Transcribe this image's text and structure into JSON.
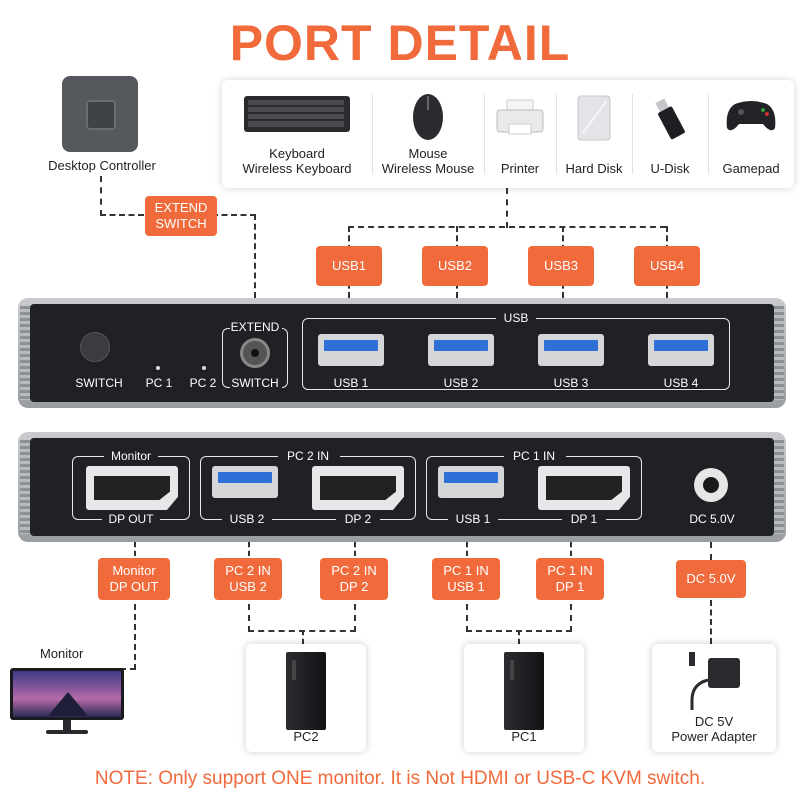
{
  "title": "PORT DETAIL",
  "desktop_controller": "Desktop Controller",
  "peripherals": [
    {
      "line1": "Keyboard",
      "line2": "Wireless Keyboard",
      "icon": "keyboard-icon"
    },
    {
      "line1": "Mouse",
      "line2": "Wireless Mouse",
      "icon": "mouse-icon"
    },
    {
      "line1": "Printer",
      "line2": "",
      "icon": "printer-icon"
    },
    {
      "line1": "Hard Disk",
      "line2": "",
      "icon": "hard-disk-icon"
    },
    {
      "line1": "U-Disk",
      "line2": "",
      "icon": "usb-stick-icon"
    },
    {
      "line1": "Gamepad",
      "line2": "",
      "icon": "gamepad-icon"
    }
  ],
  "top_tags": {
    "extend_switch": [
      "EXTEND",
      "SWITCH"
    ],
    "usb1": "USB1",
    "usb2": "USB2",
    "usb3": "USB3",
    "usb4": "USB4"
  },
  "front_panel": {
    "switch": "SWITCH",
    "pc1": "PC 1",
    "pc2": "PC 2",
    "extend": "EXTEND",
    "extend_switch": "SWITCH",
    "usb_group": "USB",
    "usb_ports": [
      "USB 1",
      "USB 2",
      "USB 3",
      "USB 4"
    ]
  },
  "rear_panel": {
    "monitor": "Monitor",
    "dp_out": "DP OUT",
    "pc2_in": "PC 2 IN",
    "pc2_usb": "USB 2",
    "pc2_dp": "DP 2",
    "pc1_in": "PC 1 IN",
    "pc1_usb": "USB 1",
    "pc1_dp": "DP 1",
    "dc": "DC 5.0V"
  },
  "bottom_tags": {
    "monitor_dp_out": [
      "Monitor",
      "DP OUT"
    ],
    "pc2_usb": [
      "PC 2 IN",
      "USB 2"
    ],
    "pc2_dp": [
      "PC 2 IN",
      "DP 2"
    ],
    "pc1_usb": [
      "PC 1 IN",
      "USB 1"
    ],
    "pc1_dp": [
      "PC 1 IN",
      "DP 1"
    ],
    "dc": "DC 5.0V"
  },
  "monitor_label": "Monitor",
  "pc2_label": "PC2",
  "pc1_label": "PC1",
  "adapter_label": [
    "DC 5V",
    "Power Adapter"
  ],
  "note": "NOTE: Only support ONE monitor. It is Not HDMI or USB-C KVM switch.",
  "colors": {
    "accent": "#f06a3c",
    "usb_blue": "#2f6fd8",
    "device_face": "#1f2124"
  }
}
